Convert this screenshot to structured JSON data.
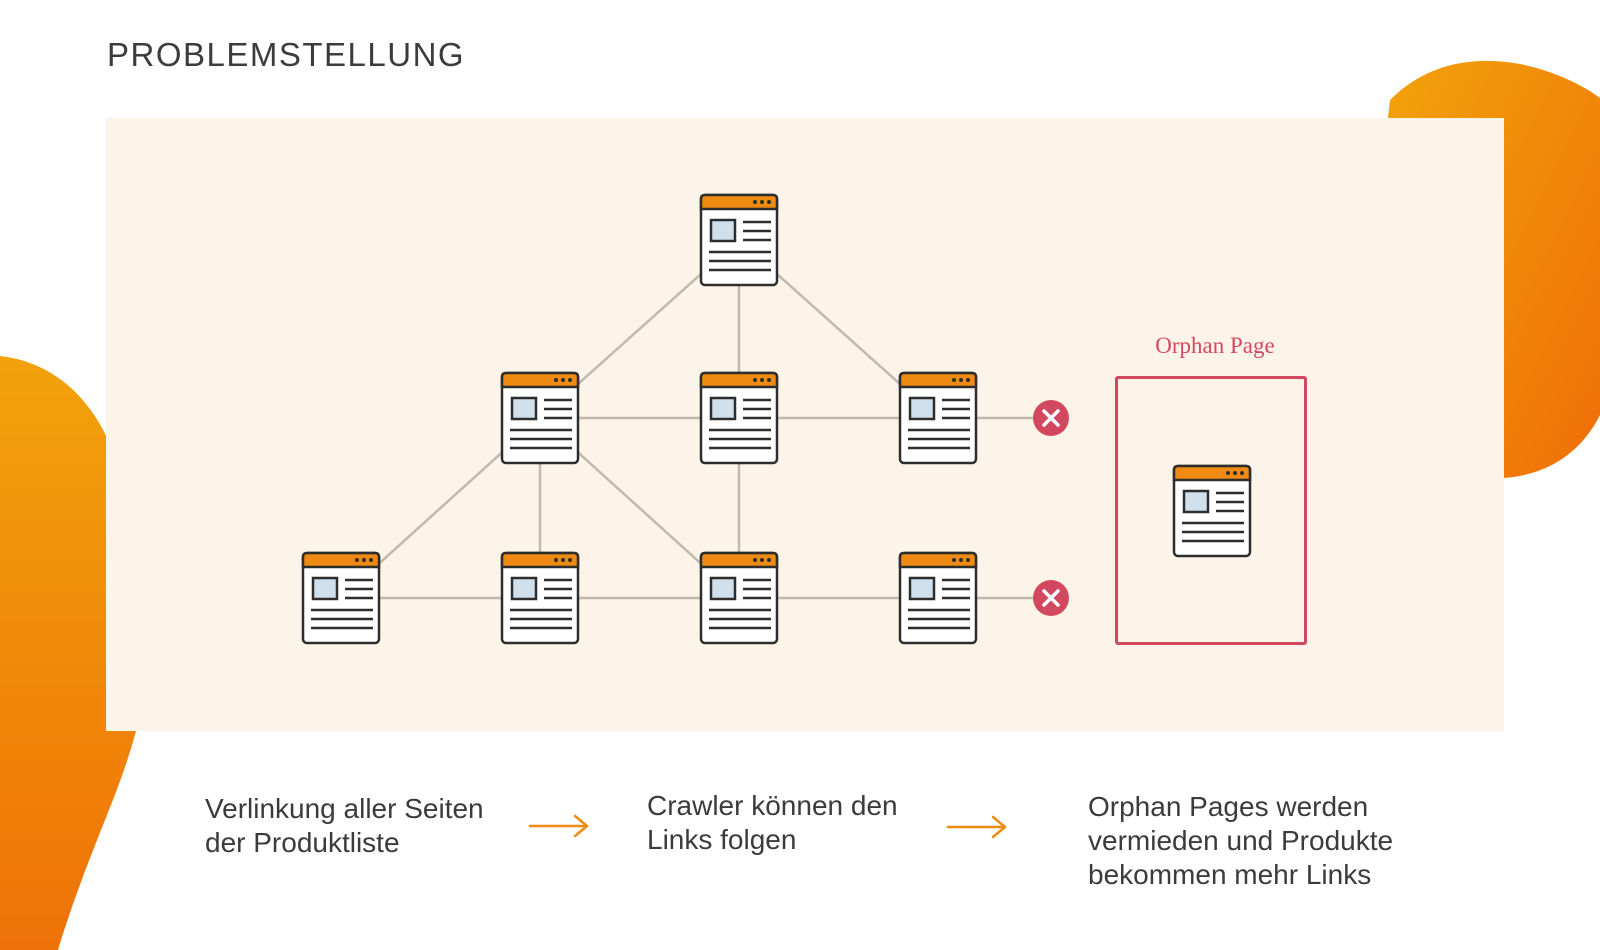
{
  "title": "PROBLEMSTELLUNG",
  "colors": {
    "accent_orange": "#ef8a12",
    "orphan_red": "#d2485f",
    "panel_bg": "#fdf4e9",
    "link_gray": "#c2b8ad",
    "window_frame": "#2d2d2d",
    "window_image": "#cfe0ec"
  },
  "diagram": {
    "orphan_label": "Orphan Page",
    "broken_link_icon": "x-circle-icon",
    "page_icon": "browser-window-icon"
  },
  "steps": [
    {
      "text": "Verlinkung aller Seiten\nder Produktliste"
    },
    {
      "text": "Crawler können den\nLinks folgen"
    },
    {
      "text": "Orphan Pages werden\nvermieden und Produkte\nbekommen mehr Links"
    }
  ],
  "arrow_icon": "arrow-right-icon"
}
